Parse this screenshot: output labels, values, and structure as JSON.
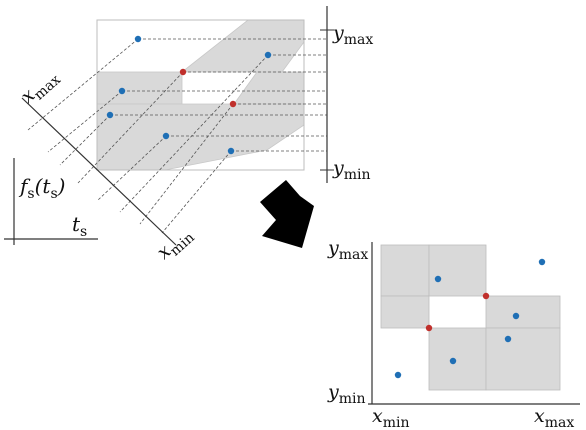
{
  "labels": {
    "f_axis": {
      "base": "f",
      "sub": "s",
      "arg_base": "t",
      "arg_sub": "s"
    },
    "t_axis": {
      "base": "t",
      "sub": "s"
    },
    "top_ymax": {
      "base": "y",
      "sub": "max"
    },
    "top_ymin": {
      "base": "y",
      "sub": "min"
    },
    "diag_xmax": {
      "base": "x",
      "sub": "max"
    },
    "diag_xmin": {
      "base": "x",
      "sub": "min"
    },
    "bottom_ymax": {
      "base": "y",
      "sub": "max"
    },
    "bottom_ymin": {
      "base": "y",
      "sub": "min"
    },
    "bottom_xmin": {
      "base": "x",
      "sub": "min"
    },
    "bottom_xmax": {
      "base": "x",
      "sub": "max"
    }
  },
  "colors": {
    "blue_point": "#1f6fb5",
    "red_point": "#c0302c",
    "region_fill": "#d9d9d9",
    "region_stroke": "#bdbdbd",
    "axis": "#333333",
    "arrow": "#000000"
  }
}
